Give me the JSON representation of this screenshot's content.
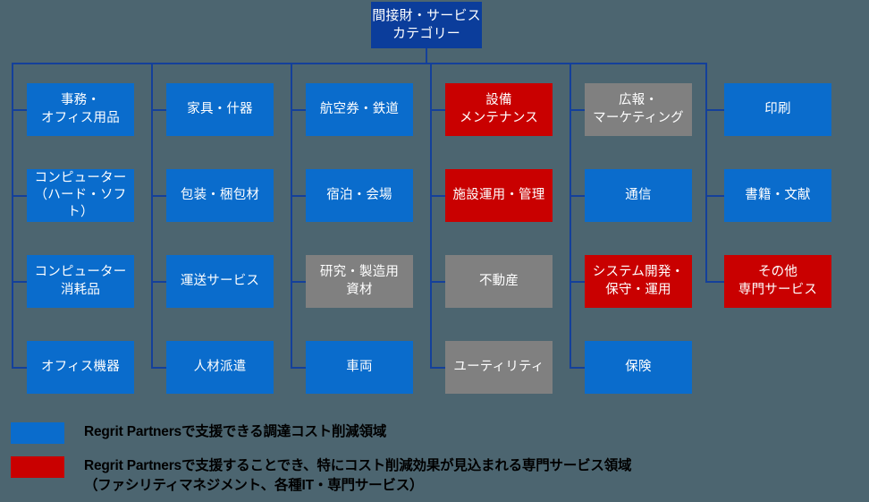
{
  "diagram": {
    "type": "tree",
    "root": {
      "label": "間接財・サービス\nカテゴリー",
      "color": "#0b3d9b"
    },
    "colors": {
      "blue": "#0a6ccc",
      "red": "#c90000",
      "gray": "#808080",
      "root": "#0b3d9b",
      "connector": "#14409a",
      "background": "#4c6570"
    },
    "columns": [
      {
        "id": "column-1",
        "items": [
          {
            "label": "事務・\nオフィス用品",
            "color": "blue"
          },
          {
            "label": "コンピューター\n（ハード・ソフト）",
            "color": "blue"
          },
          {
            "label": "コンピューター\n消耗品",
            "color": "blue"
          },
          {
            "label": "オフィス機器",
            "color": "blue"
          }
        ]
      },
      {
        "id": "column-2",
        "items": [
          {
            "label": "家具・什器",
            "color": "blue"
          },
          {
            "label": "包装・梱包材",
            "color": "blue"
          },
          {
            "label": "運送サービス",
            "color": "blue"
          },
          {
            "label": "人材派遣",
            "color": "blue"
          }
        ]
      },
      {
        "id": "column-3",
        "items": [
          {
            "label": "航空券・鉄道",
            "color": "blue"
          },
          {
            "label": "宿泊・会場",
            "color": "blue"
          },
          {
            "label": "研究・製造用\n資材",
            "color": "gray"
          },
          {
            "label": "車両",
            "color": "blue"
          }
        ]
      },
      {
        "id": "column-4",
        "items": [
          {
            "label": "設備\nメンテナンス",
            "color": "red"
          },
          {
            "label": "施設運用・管理",
            "color": "red"
          },
          {
            "label": "不動産",
            "color": "gray"
          },
          {
            "label": "ユーティリティ",
            "color": "gray"
          }
        ]
      },
      {
        "id": "column-5",
        "items": [
          {
            "label": "広報・\nマーケティング",
            "color": "gray"
          },
          {
            "label": "通信",
            "color": "blue"
          },
          {
            "label": "システム開発・\n保守・運用",
            "color": "red"
          },
          {
            "label": "保険",
            "color": "blue"
          }
        ]
      },
      {
        "id": "column-6",
        "items": [
          {
            "label": "印刷",
            "color": "blue"
          },
          {
            "label": "書籍・文献",
            "color": "blue"
          },
          {
            "label": "その他\n専門サービス",
            "color": "red"
          }
        ]
      }
    ]
  },
  "legend": {
    "items": [
      {
        "swatch": "blue",
        "text": "Regrit Partnersで支援できる調達コスト削減領域"
      },
      {
        "swatch": "red",
        "text": "Regrit Partnersで支援することでき、特にコスト削減効果が見込まれる専門サービス領域\n（ファシリティマネジメント、各種IT・専門サービス）"
      }
    ]
  }
}
